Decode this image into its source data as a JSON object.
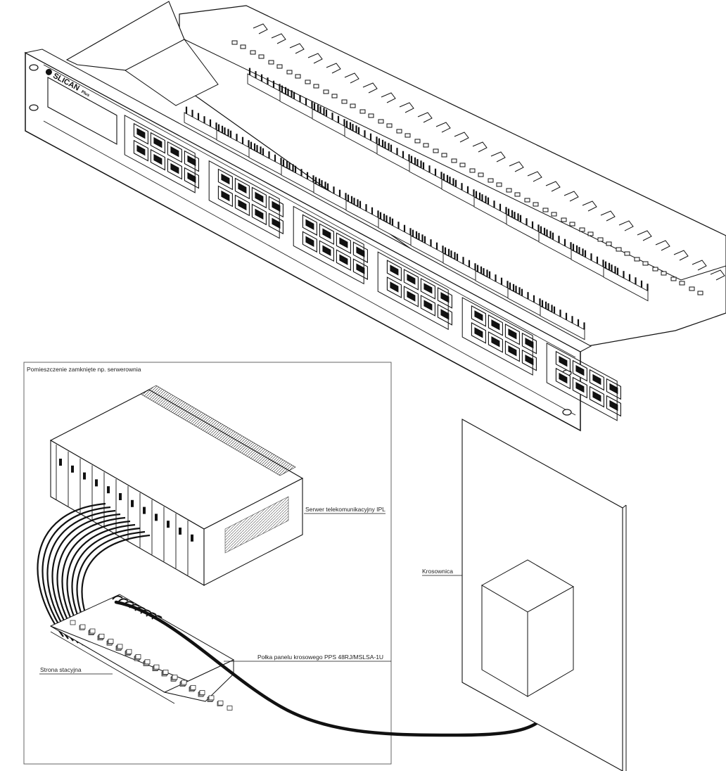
{
  "top_figure": {
    "brand_logo": "SLICAN",
    "brand_suffix": "Plus",
    "port_blocks": 6,
    "ports_per_block": 8
  },
  "bottom_figure": {
    "room_label": "Pomieszczenie zamknięte np. serwerownia",
    "server_label": "Serwer telekomunikacyjny IPL",
    "patch_panel_label": "Połka panelu krosowego PPS 48RJ/MSLSA-1U",
    "station_side_label": "Strona stacyjna",
    "distribution_label": "Krosownica"
  },
  "colors": {
    "line": "#111111",
    "background": "#ffffff",
    "panel_fill": "#f4f4f4"
  }
}
